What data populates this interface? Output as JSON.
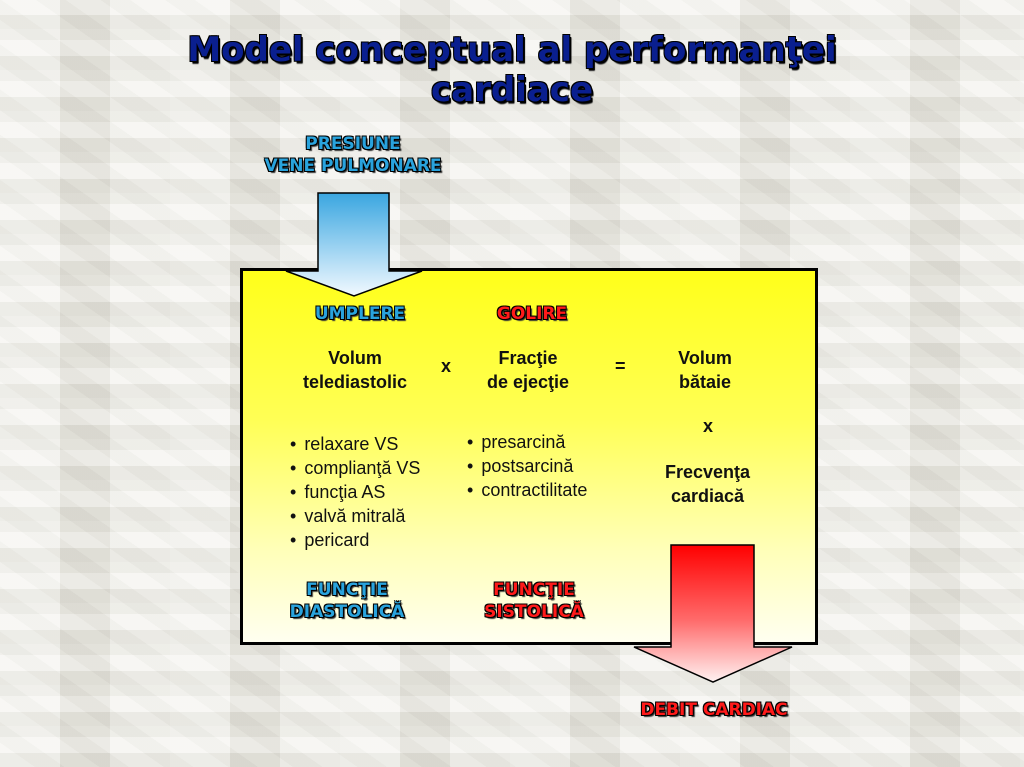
{
  "title_line1": "Model conceptual al performanţei",
  "title_line2": "cardiace",
  "input": {
    "line1": "PRESIUNE",
    "line2": "VENE PULMONARE"
  },
  "left": {
    "header": "UMPLERE",
    "term_line1": "Volum",
    "term_line2": "telediastolic",
    "factors": [
      "relaxare VS",
      "complianţă VS",
      "funcţia AS",
      "valvă mitrală",
      "pericard"
    ],
    "footer_line1": "FUNCŢIE",
    "footer_line2": "DIASTOLICĂ"
  },
  "middle": {
    "header": "GOLIRE",
    "term_line1": "Fracţie",
    "term_line2": "de ejecţie",
    "factors": [
      "presarcină",
      "postsarcină",
      "contractilitate"
    ],
    "footer_line1": "FUNCŢIE",
    "footer_line2": "SISTOLICĂ"
  },
  "right": {
    "term_line1": "Volum",
    "term_line2": "bătaie",
    "term2_line1": "Frecvenţa",
    "term2_line2": "cardiacă"
  },
  "operators": {
    "multiply1": "x",
    "equals": "=",
    "multiply2": "x"
  },
  "output": "DEBIT CARDIAC",
  "colors": {
    "title": "#0a1f8f",
    "blue_label": "#29a3dd",
    "red_label": "#ff1a1a",
    "box_fill": "#ffff1a"
  }
}
